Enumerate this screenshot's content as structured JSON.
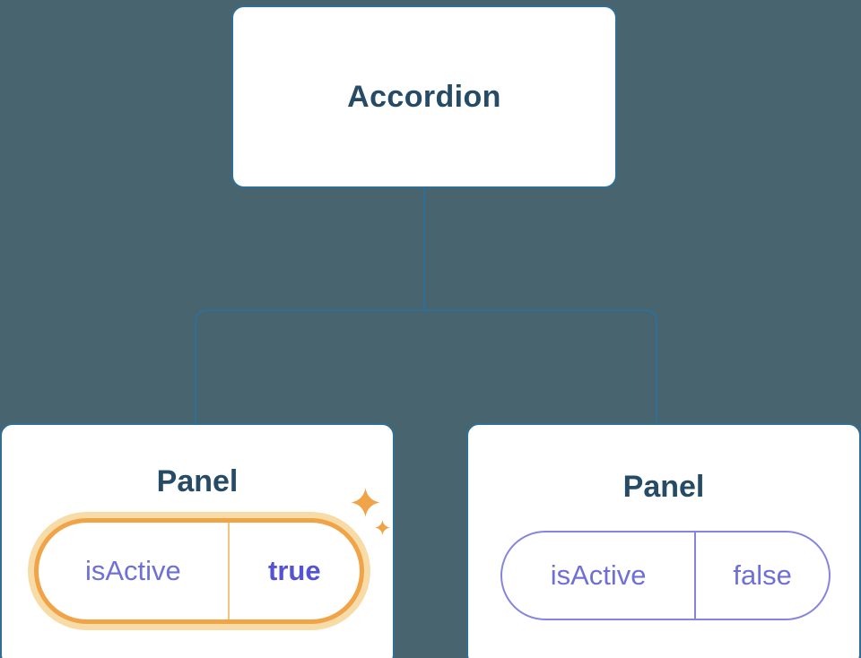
{
  "diagram": {
    "root": {
      "label": "Accordion"
    },
    "panels": [
      {
        "label": "Panel",
        "prop_name": "isActive",
        "prop_value": "true",
        "state": "active-highlighted"
      },
      {
        "label": "Panel",
        "prop_name": "isActive",
        "prop_value": "false",
        "state": "inactive"
      }
    ]
  },
  "icons": {
    "sparkle_icon": "✦"
  },
  "colors": {
    "background": "#48656f",
    "card_border": "#2f6f96",
    "card_text": "#254b66",
    "connector": "#2f6f96",
    "purple_text": "#6f6fd8",
    "purple_border": "#8585e0",
    "active_value": "#5553d4",
    "orange": "#f0a347",
    "orange_halo": "#f8dca8",
    "orange_divider": "#f3c480"
  }
}
